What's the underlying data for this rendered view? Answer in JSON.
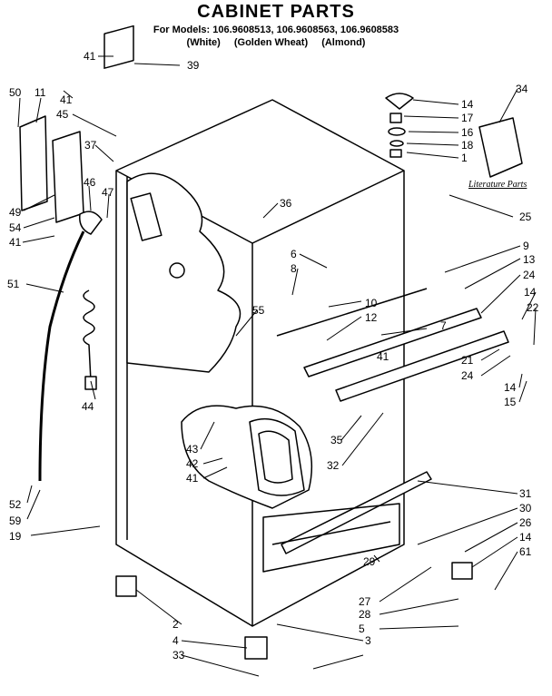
{
  "title": "CABINET PARTS",
  "models_line": "For Models: 106.9608513, 106.9608563, 106.9608583",
  "colors": [
    "(White)",
    "(Golden Wheat)",
    "(Almond)"
  ],
  "literature_label": "Literature Parts",
  "callouts": [
    "41",
    "39",
    "50",
    "11",
    "41",
    "45",
    "37",
    "46",
    "47",
    "49",
    "54",
    "41",
    "51",
    "36",
    "6",
    "8",
    "10",
    "12",
    "7",
    "55",
    "44",
    "41",
    "43",
    "42",
    "41",
    "52",
    "59",
    "19",
    "14",
    "17",
    "16",
    "18",
    "1",
    "34",
    "25",
    "9",
    "13",
    "24",
    "14",
    "22",
    "21",
    "24",
    "14",
    "15",
    "35",
    "32",
    "31",
    "30",
    "26",
    "14",
    "61",
    "29",
    "27",
    "28",
    "5",
    "2",
    "4",
    "33",
    "3"
  ]
}
